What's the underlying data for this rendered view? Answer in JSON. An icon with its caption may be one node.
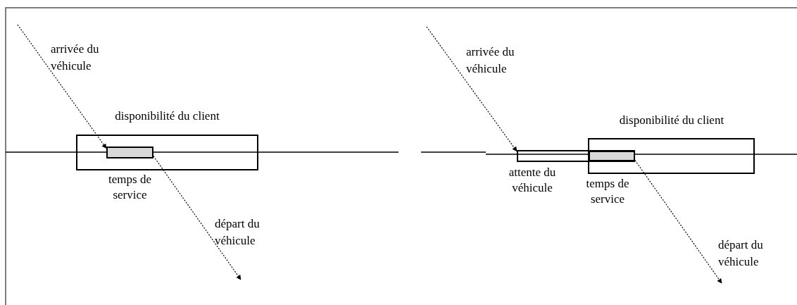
{
  "diagram": {
    "nodes": [
      {
        "text": [
          "disponibilité du client"
        ]
      },
      {
        "text": [
          "temps de service"
        ],
        "in": 0
      },
      {
        "text": [
          "disponibilité du client"
        ]
      },
      {
        "text": [
          "attente du véhicule"
        ]
      },
      {
        "text": [
          "temps de service"
        ]
      }
    ],
    "edges": [
      {
        "from": null,
        "to": 1,
        "arrow": "to",
        "label": "arrivée du véhicule"
      },
      {
        "from": 1,
        "to": null,
        "arrow": "to",
        "label": "départ du véhicule"
      },
      {
        "from": null,
        "to": 3,
        "arrow": "to",
        "label": "arrivée du véhicule"
      },
      {
        "from": 4,
        "to": null,
        "arrow": "to",
        "label": "départ du véhicule"
      }
    ]
  }
}
